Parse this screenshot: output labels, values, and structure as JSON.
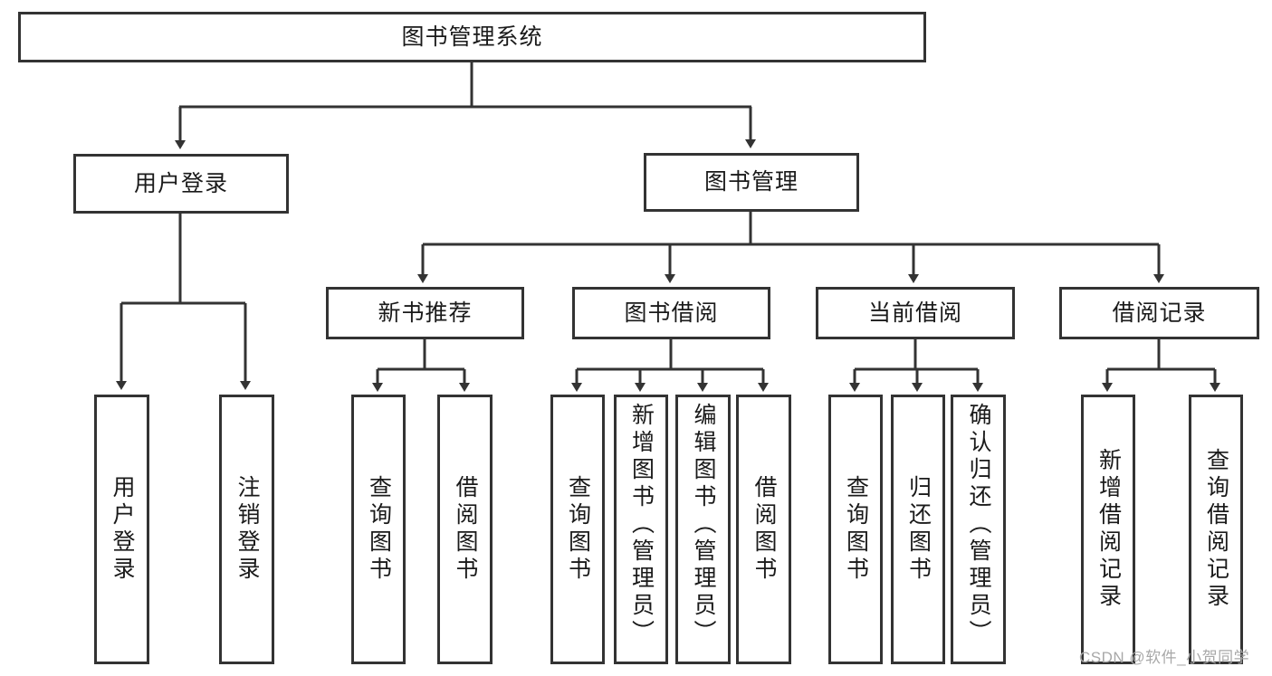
{
  "diagram": {
    "type": "tree-hierarchy-functional-decomposition",
    "root": {
      "label": "图书管理系统"
    },
    "level2": [
      {
        "id": "user-login",
        "label": "用户登录"
      },
      {
        "id": "book-manage",
        "label": "图书管理"
      }
    ],
    "level3": [
      {
        "id": "new-book-rec",
        "label": "新书推荐",
        "parent": "book-manage"
      },
      {
        "id": "book-borrow",
        "label": "图书借阅",
        "parent": "book-manage"
      },
      {
        "id": "current-borrow",
        "label": "当前借阅",
        "parent": "book-manage"
      },
      {
        "id": "borrow-record",
        "label": "借阅记录",
        "parent": "book-manage"
      }
    ],
    "leaves": [
      {
        "id": "leaf-1",
        "label": "用户登录",
        "parent": "user-login"
      },
      {
        "id": "leaf-2",
        "label": "注销登录",
        "parent": "user-login"
      },
      {
        "id": "leaf-3",
        "label": "查询图书",
        "parent": "new-book-rec"
      },
      {
        "id": "leaf-4",
        "label": "借阅图书",
        "parent": "new-book-rec"
      },
      {
        "id": "leaf-5",
        "label": "查询图书",
        "parent": "book-borrow"
      },
      {
        "id": "leaf-6",
        "label": "新增图书（管理员）",
        "parent": "book-borrow"
      },
      {
        "id": "leaf-7",
        "label": "编辑图书（管理员）",
        "parent": "book-borrow"
      },
      {
        "id": "leaf-8",
        "label": "借阅图书",
        "parent": "book-borrow"
      },
      {
        "id": "leaf-9",
        "label": "查询图书",
        "parent": "current-borrow"
      },
      {
        "id": "leaf-10",
        "label": "归还图书",
        "parent": "current-borrow"
      },
      {
        "id": "leaf-11",
        "label": "确认归还（管理员）",
        "parent": "current-borrow"
      },
      {
        "id": "leaf-12",
        "label": "新增借阅记录",
        "parent": "borrow-record"
      },
      {
        "id": "leaf-13",
        "label": "查询借阅记录",
        "parent": "borrow-record"
      }
    ]
  },
  "watermark": {
    "text": "CSDN @软件_小贺同学"
  },
  "colors": {
    "stroke": "#333333",
    "fill": "#ffffff",
    "text": "#1a1a1a",
    "watermark": "#a8a8a8"
  }
}
